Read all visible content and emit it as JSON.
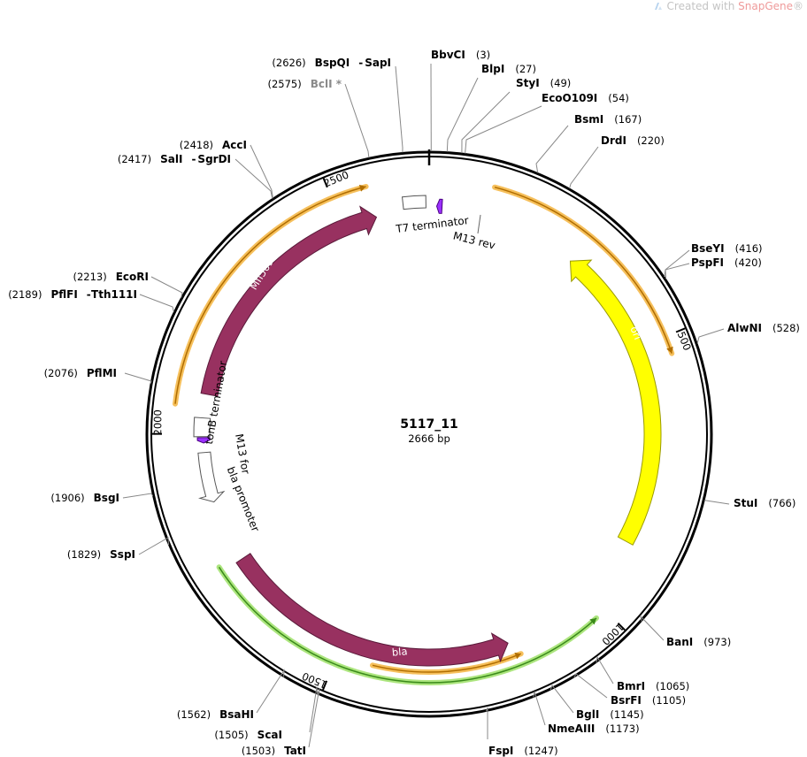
{
  "watermark": {
    "prefix": "Created with ",
    "brand": "SnapGene",
    "suffix": "®"
  },
  "plasmid": {
    "name": "5117_11",
    "size_label": "2666 bp",
    "length": 2666
  },
  "colors": {
    "backbone": "#000000",
    "ori": "#ffff00",
    "bla": "#983160",
    "primer_orange": "#f5b53f",
    "primer_green": "#9ee067",
    "promoter": "#ffffff",
    "terminator": "#ffffff",
    "primer_bind": "#9b30ff"
  },
  "ticks": [
    {
      "pos": 500,
      "label": "500"
    },
    {
      "pos": 1000,
      "label": "1000"
    },
    {
      "pos": 1500,
      "label": "1500"
    },
    {
      "pos": 2000,
      "label": "2000"
    },
    {
      "pos": 2500,
      "label": "2500"
    }
  ],
  "sites": [
    {
      "name": "BbvCI",
      "pos": 3,
      "num": "(3)"
    },
    {
      "name": "BlpI",
      "pos": 27,
      "num": "(27)"
    },
    {
      "name": "StyI",
      "pos": 49,
      "num": "(49)"
    },
    {
      "name": "EcoO109I",
      "pos": 54,
      "num": "(54)"
    },
    {
      "name": "BsmI",
      "pos": 167,
      "num": "(167)"
    },
    {
      "name": "DrdI",
      "pos": 220,
      "num": "(220)"
    },
    {
      "name": "BseYI",
      "pos": 416,
      "num": "(416)"
    },
    {
      "name": "PspFI",
      "pos": 420,
      "num": "(420)"
    },
    {
      "name": "AlwNI",
      "pos": 528,
      "num": "(528)"
    },
    {
      "name": "StuI",
      "pos": 766,
      "num": "(766)"
    },
    {
      "name": "BanI",
      "pos": 973,
      "num": "(973)"
    },
    {
      "name": "BmrI",
      "pos": 1065,
      "num": "(1065)"
    },
    {
      "name": "BsrFI",
      "pos": 1105,
      "num": "(1105)"
    },
    {
      "name": "BglI",
      "pos": 1145,
      "num": "(1145)"
    },
    {
      "name": "NmeAIII",
      "pos": 1173,
      "num": "(1173)"
    },
    {
      "name": "FspI",
      "pos": 1247,
      "num": "(1247)"
    },
    {
      "name": "TatI",
      "pos": 1503,
      "num": "(1503)"
    },
    {
      "name": "ScaI",
      "pos": 1505,
      "num": "(1505)"
    },
    {
      "name": "BsaHI",
      "pos": 1562,
      "num": "(1562)"
    },
    {
      "name": "SspI",
      "pos": 1829,
      "num": "(1829)"
    },
    {
      "name": "BsgI",
      "pos": 1906,
      "num": "(1906)"
    },
    {
      "name": "PflMI",
      "pos": 2076,
      "num": "(2076)"
    },
    {
      "name": "PflFI",
      "extra": "Tth111I",
      "pos": 2189,
      "num": "(2189)"
    },
    {
      "name": "EcoRI",
      "pos": 2213,
      "num": "(2213)"
    },
    {
      "name": "SalI",
      "extra": "SgrDI",
      "pos": 2417,
      "num": "(2417)"
    },
    {
      "name": "AccI",
      "pos": 2418,
      "num": "(2418)"
    },
    {
      "name": "BclI *",
      "pos": 2575,
      "num": "(2575)",
      "grey": true
    },
    {
      "name": "BspQI",
      "extra": "SapI",
      "pos": 2626,
      "num": "(2626)"
    }
  ],
  "features": [
    {
      "name": "ori",
      "start": 290,
      "end": 878,
      "dir": "ccw"
    },
    {
      "name": "bla",
      "start": 1750,
      "end": 1180,
      "dir": "cw"
    },
    {
      "name": "Mfl569",
      "start": 2075,
      "end": 2565,
      "dir": "cw"
    },
    {
      "name": "T7 terminator",
      "start": 2618,
      "end": 2660
    },
    {
      "name": "M13 rev",
      "start": 2664,
      "end": 14
    },
    {
      "name": "tonB terminator",
      "start": 1995,
      "end": 2030
    },
    {
      "name": "M13 for",
      "start": 1983,
      "end": 1993
    },
    {
      "name": "bla promoter",
      "start": 1870,
      "end": 1965
    }
  ],
  "primers": [
    {
      "start": 110,
      "end": 530,
      "dir": "cw",
      "color": "orange"
    },
    {
      "start": 2050,
      "end": 2560,
      "dir": "cw",
      "color": "orange"
    },
    {
      "start": 1165,
      "end": 1435,
      "dir": "ccw",
      "color": "orange"
    },
    {
      "start": 1020,
      "end": 1760,
      "dir": "ccw",
      "color": "green"
    }
  ]
}
